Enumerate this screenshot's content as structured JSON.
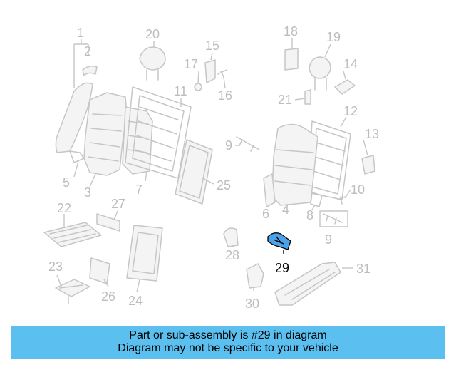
{
  "callouts": {
    "c1": "1",
    "c2": "2",
    "c3": "3",
    "c4": "4",
    "c5": "5",
    "c6": "6",
    "c7": "7",
    "c8": "8",
    "c9a": "9",
    "c9b": "9",
    "c10": "10",
    "c11": "11",
    "c12": "12",
    "c13": "13",
    "c14": "14",
    "c15": "15",
    "c16": "16",
    "c17": "17",
    "c18": "18",
    "c19": "19",
    "c20": "20",
    "c21": "21",
    "c22": "22",
    "c23": "23",
    "c24": "24",
    "c25": "25",
    "c26": "26",
    "c27": "27",
    "c28": "28",
    "c29": "29",
    "c30": "30",
    "c31": "31"
  },
  "highlighted_part": "29",
  "colors": {
    "highlight": "#4aa3e8",
    "banner": "#5bc0f0",
    "line_art": "#c6c6c6"
  },
  "banner": {
    "line1": "Part or sub-assembly is #29 in diagram",
    "line2": "Diagram may not be specific to your vehicle"
  }
}
